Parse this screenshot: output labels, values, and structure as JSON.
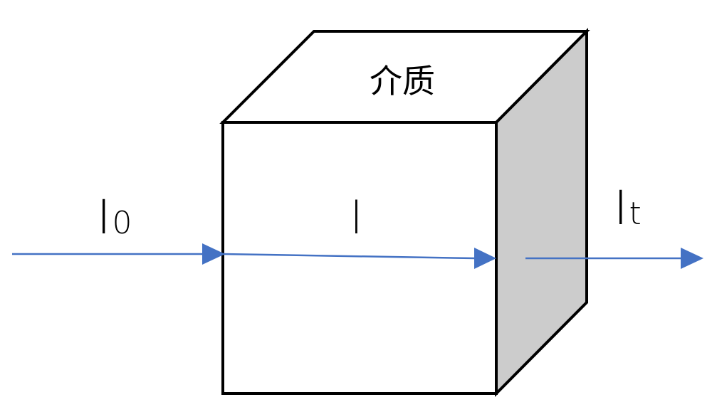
{
  "diagram": {
    "medium_label": "介质",
    "incident_label": {
      "main": "I",
      "sub": "0"
    },
    "path_label": "l",
    "transmitted_label": {
      "main": "I",
      "sub": "t"
    },
    "colors": {
      "arrow": "#4472c4",
      "side_face": "#cccccc",
      "outline": "#000000"
    }
  }
}
